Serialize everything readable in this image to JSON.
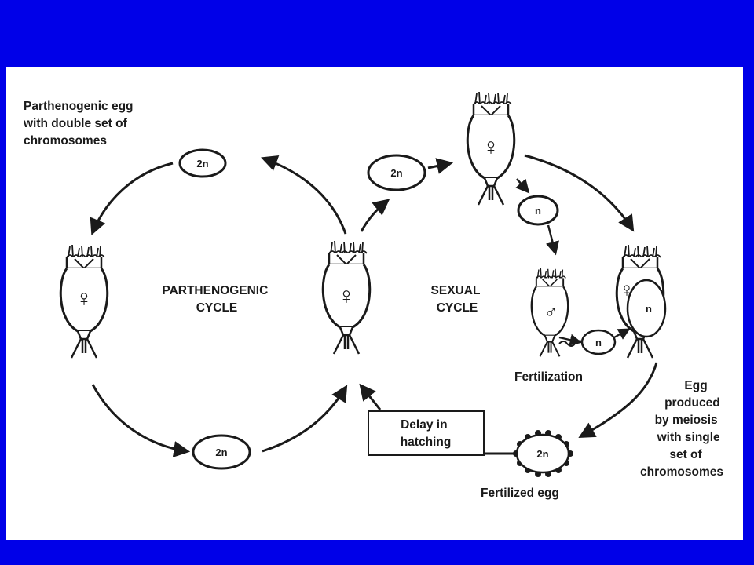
{
  "colors": {
    "background": "#0000e8",
    "panel": "#ffffff",
    "ink": "#1a1a1a"
  },
  "labels": {
    "parthenogenic_egg_note": [
      "Parthenogenic egg",
      "with double set of",
      "chromosomes"
    ],
    "parthenogenic_cycle": [
      "PARTHENOGENIC",
      "CYCLE"
    ],
    "sexual_cycle": [
      "SEXUAL",
      "CYCLE"
    ],
    "fertilization": "Fertilization",
    "egg_meiosis_note": [
      "Egg",
      "produced",
      "by meiosis",
      "with single",
      "set of",
      "chromosomes"
    ],
    "delay_box": [
      "Delay in",
      "hatching"
    ],
    "fertilized_egg": "Fertilized egg"
  },
  "eggs": {
    "top_left": "2n",
    "bottom": "2n",
    "sexual_entry": "2n",
    "haploid_small": "n",
    "sperm_egg": "n",
    "inside_female": "n",
    "fertilized": "2n"
  },
  "symbols": {
    "female": "♀",
    "male": "♂"
  }
}
